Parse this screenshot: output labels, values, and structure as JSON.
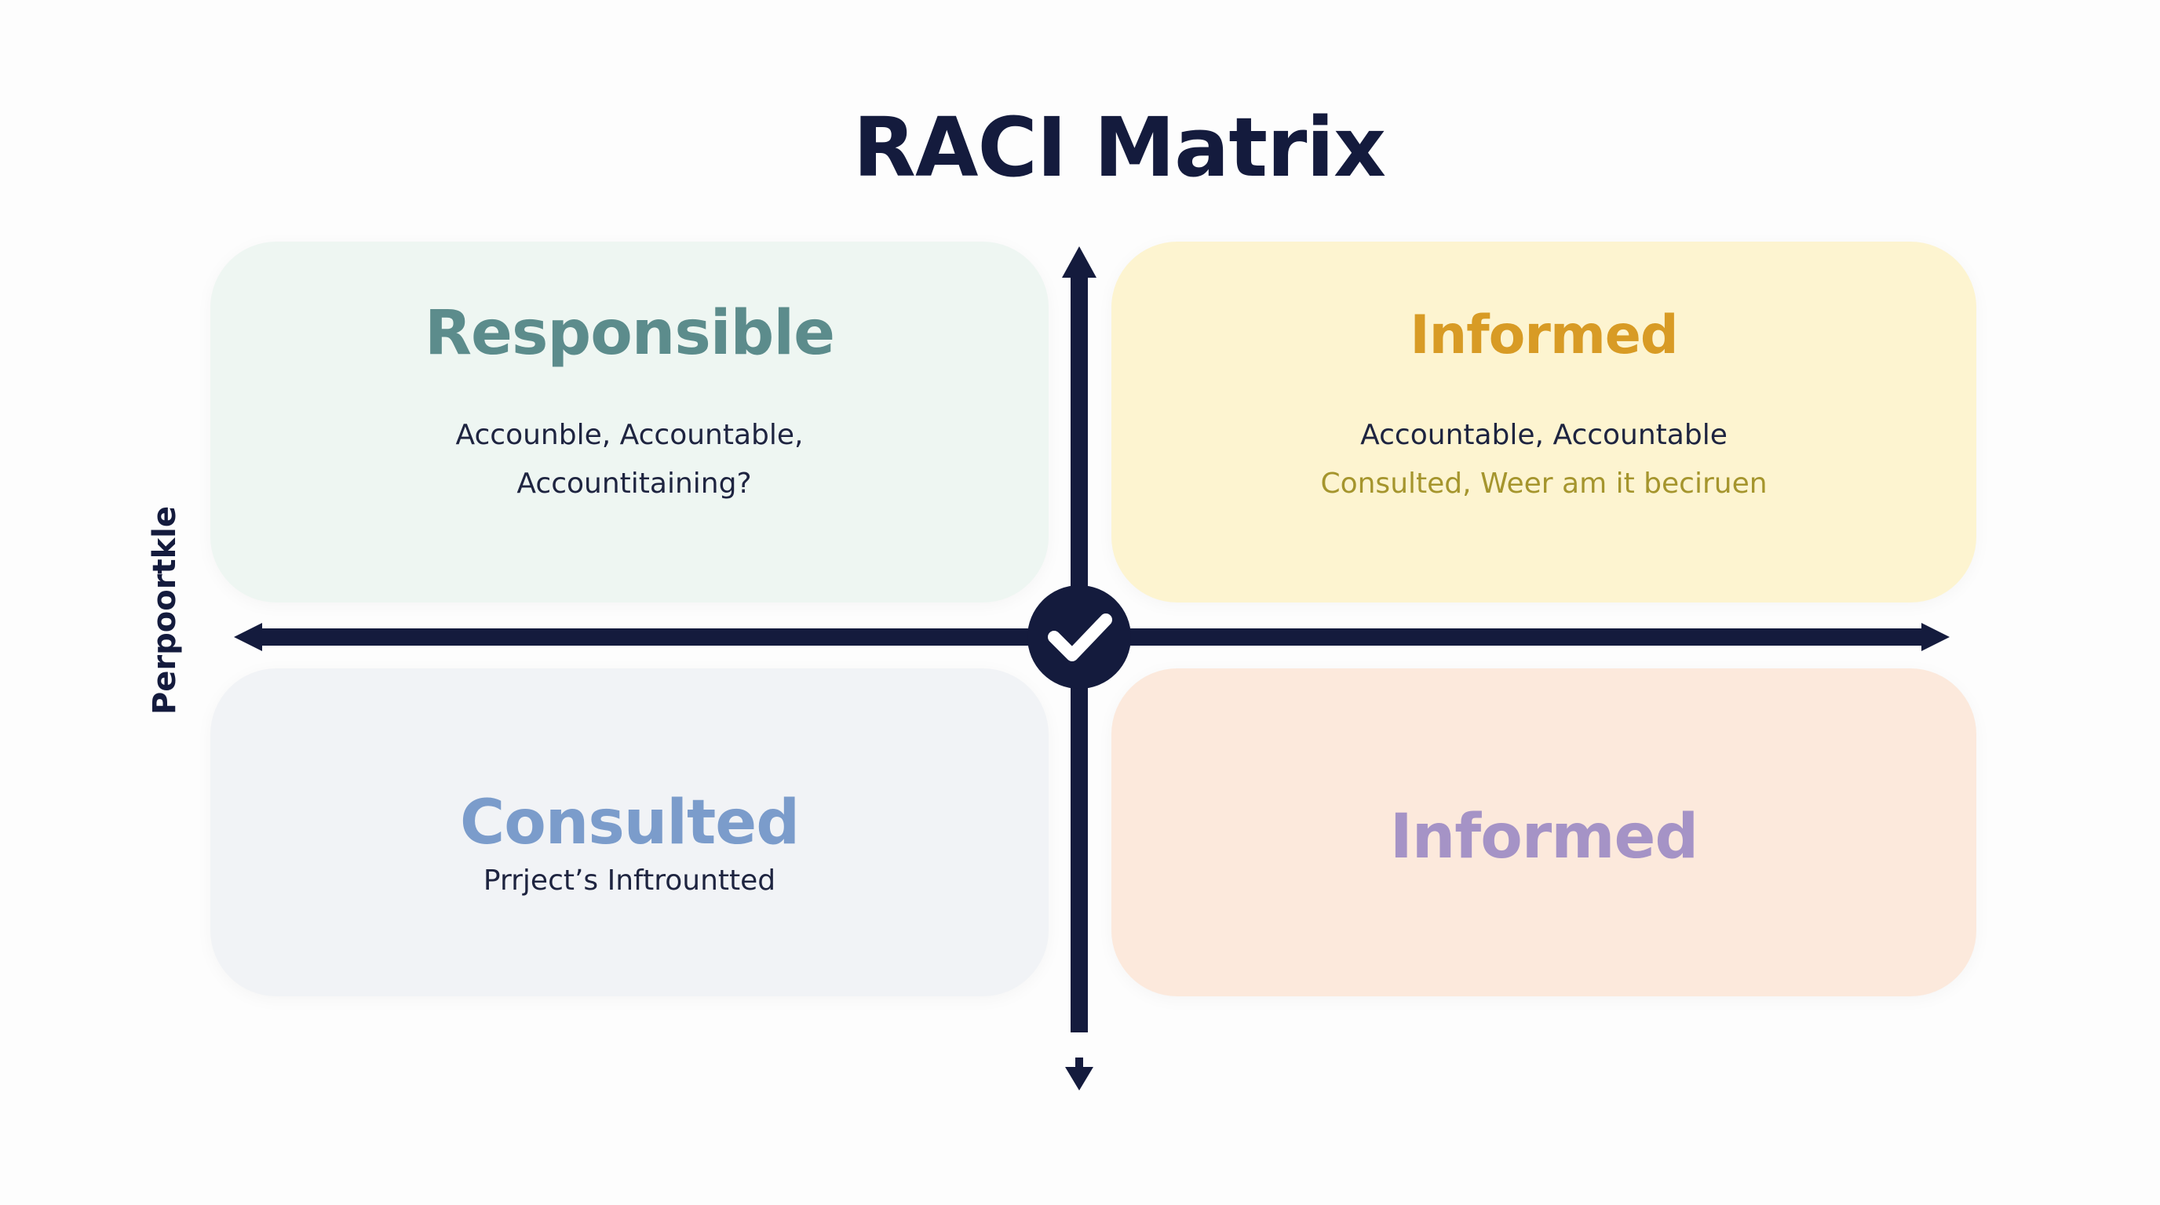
{
  "title": "RACI Matrix",
  "y_axis_label": "Perpoortkle",
  "quadrants": {
    "top_left": {
      "title": "Responsible",
      "lines": [
        "Accounble, Accountable,",
        "Accountitaining?"
      ]
    },
    "top_right": {
      "title": "Informed",
      "lines": [
        "Accountable, Accountable",
        "Consulted,  Weer am it beciruen"
      ]
    },
    "bottom_left": {
      "title": "Consulted",
      "lines": [
        "Prrject’s Inftrountted"
      ]
    },
    "bottom_right": {
      "title": "Informed"
    }
  },
  "center_icon": "checkmark-icon",
  "colors": {
    "title": "#141b3d",
    "axis": "#141b3d",
    "responsible": "#5c8c8c",
    "informed_top": "#d89b25",
    "consulted": "#7b9ccb",
    "informed_bottom": "#a593c6",
    "top_left_bg": "#eef6f2",
    "top_right_bg": "#fdf4d0",
    "bottom_left_bg": "#f1f3f6",
    "bottom_right_bg": "#fce9dc"
  }
}
